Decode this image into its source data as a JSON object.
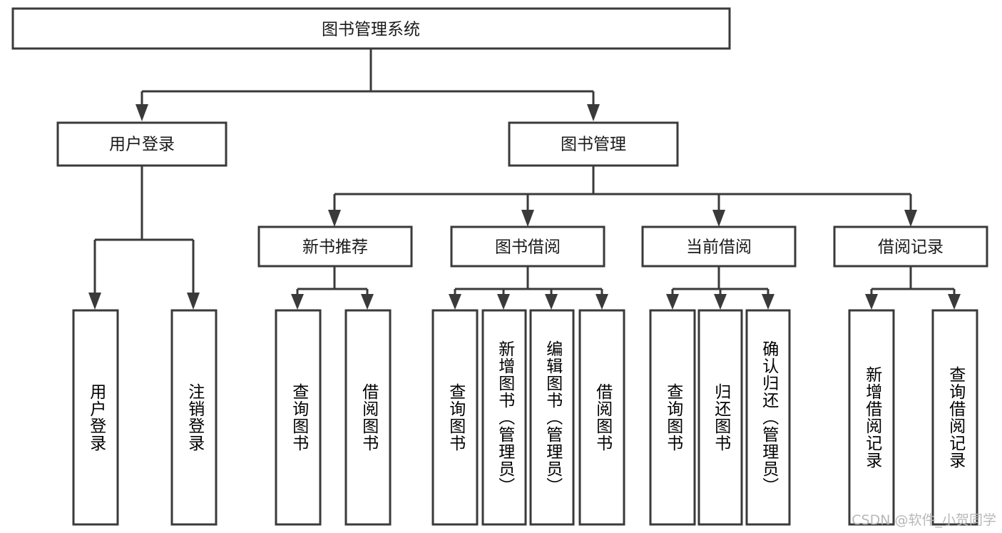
{
  "diagram": {
    "title": "图书管理系统",
    "watermark": "CSDN @软件_小贺同学",
    "stroke_color": "#3a3a3a",
    "text_color": "#1a1a1a",
    "background_color": "#ffffff",
    "root": {
      "label": "图书管理系统"
    },
    "level2": [
      {
        "label": "用户登录"
      },
      {
        "label": "图书管理"
      }
    ],
    "level3": [
      {
        "label": "新书推荐"
      },
      {
        "label": "图书借阅"
      },
      {
        "label": "当前借阅"
      },
      {
        "label": "借阅记录"
      }
    ],
    "leaves": {
      "user_login": [
        {
          "label": "用户登录"
        },
        {
          "label": "注销登录"
        }
      ],
      "new_book": [
        {
          "label": "查询图书"
        },
        {
          "label": "借阅图书"
        }
      ],
      "book_borrow": [
        {
          "label": "查询图书"
        },
        {
          "label": "新增图书（管理员）"
        },
        {
          "label": "编辑图书（管理员）"
        },
        {
          "label": "借阅图书"
        }
      ],
      "current_borrow": [
        {
          "label": "查询图书"
        },
        {
          "label": "归还图书"
        },
        {
          "label": "确认归还（管理员）"
        }
      ],
      "borrow_record": [
        {
          "label": "新增借阅记录"
        },
        {
          "label": "查询借阅记录"
        }
      ]
    }
  }
}
